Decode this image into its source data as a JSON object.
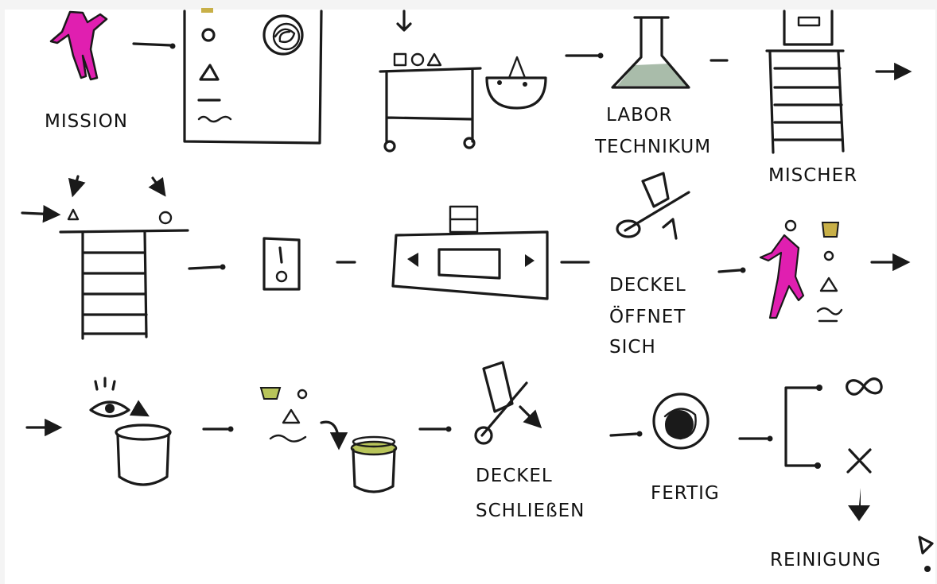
{
  "colors": {
    "ink": "#1a1a1a",
    "paper": "#ffffff",
    "background": "#f4f4f4",
    "figure_magenta": "#e01fb0",
    "ochre": "#c8b048",
    "lime": "#b8c45a",
    "flask_green": "#a9bcaa"
  },
  "labels": {
    "mission": "MISSION",
    "labor_1": "LABOR",
    "labor_2": "TECHNIKUM",
    "mischer": "MISCHER",
    "deckel_oeffnet_1": "DECKEL",
    "deckel_oeffnet_2": "ÖFFNET",
    "deckel_oeffnet_3": "SICH",
    "deckel_schliessen_1": "DECKEL",
    "deckel_schliessen_2": "SCHLIEßEN",
    "fertig": "FERTIG",
    "reinigung": "REINIGUNG"
  },
  "icons": [
    "walking-person-icon",
    "sample-list-icon",
    "cart-icon",
    "bowl-icon",
    "flask-icon",
    "mixer-icon",
    "shelf-icon",
    "control-panel-icon",
    "machine-icon",
    "lid-open-icon",
    "eye-icon",
    "cup-icon",
    "lid-close-icon",
    "scribble-ball-icon",
    "infinity-icon",
    "cross-icon",
    "exclamation-icon"
  ]
}
